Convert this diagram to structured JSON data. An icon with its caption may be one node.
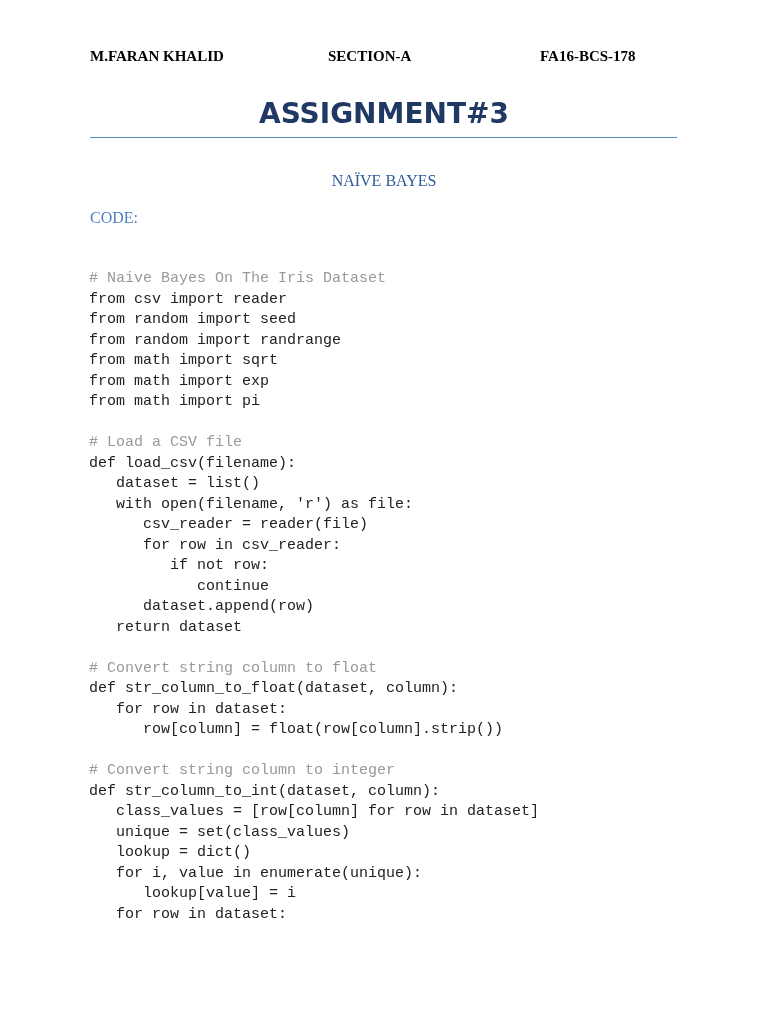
{
  "diagram": {
    "title": "ASSIGNMENT#3",
    "labels": [
      "M.FARAN KHALID",
      "SECTION-A",
      "FA16-BCS-178",
      "NAÏVE BAYES",
      "CODE:",
      "# Naive Bayes On The Iris Dataset",
      "from csv import reader",
      "from random import seed",
      "from random import randrange",
      "from math import sqrt",
      "from math import exp",
      "from math import pi",
      "# Load a CSV file",
      "def load_csv(filename):",
      "   dataset = list()",
      "   with open(filename, 'r') as file:",
      "      csv_reader = reader(file)",
      "      for row in csv_reader:",
      "         if not row:",
      "            continue",
      "      dataset.append(row)",
      "   return dataset",
      "# Convert string column to float",
      "def str_column_to_float(dataset, column):",
      "   for row in dataset:",
      "      row[column] = float(row[column].strip())",
      "# Convert string column to integer",
      "def str_column_to_int(dataset, column):",
      "   class_values = [row[column] for row in dataset]",
      "   unique = set(class_values)",
      "   lookup = dict()",
      "   for i, value in enumerate(unique):",
      "      lookup[value] = i",
      "   for row in dataset:"
    ]
  }
}
